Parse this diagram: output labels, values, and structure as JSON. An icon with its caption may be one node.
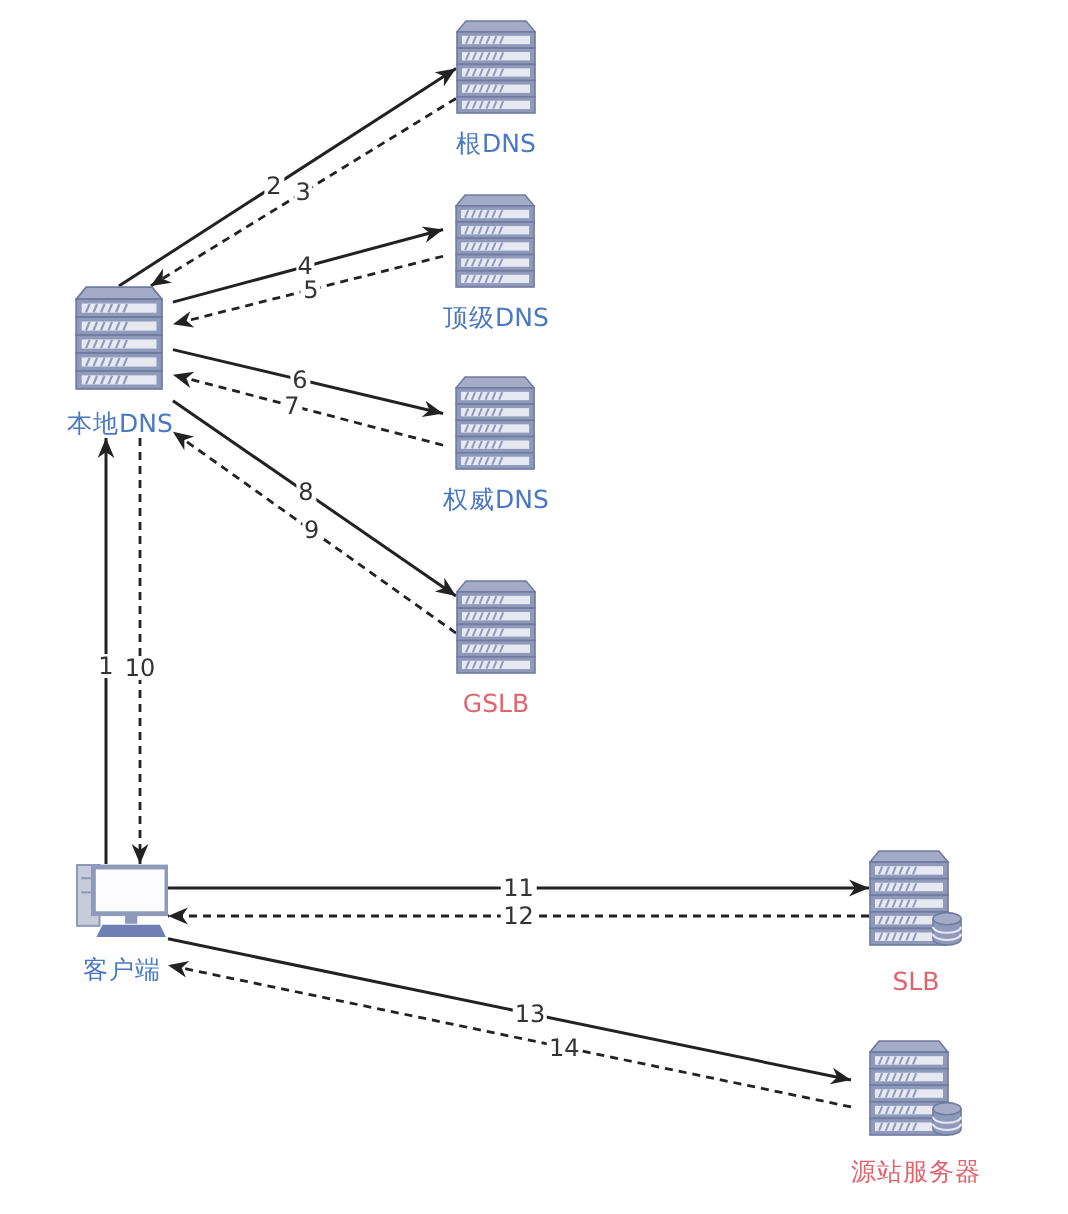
{
  "diagram": {
    "nodes": [
      {
        "text": [
          "本地DNS"
        ]
      },
      {
        "text": [
          "根DNS"
        ]
      },
      {
        "text": [
          "顶级DNS"
        ]
      },
      {
        "text": [
          "权威DNS"
        ]
      },
      {
        "text": [
          "GSLB"
        ]
      },
      {
        "text": [
          "客户端"
        ]
      },
      {
        "text": [
          "SLB"
        ]
      },
      {
        "text": [
          "源站服务器"
        ]
      }
    ],
    "edges": [
      {
        "from": 5,
        "to": 0,
        "arrow": "to",
        "label": "1"
      },
      {
        "from": 0,
        "to": 1,
        "arrow": "to",
        "label": "2"
      },
      {
        "from": 1,
        "to": 0,
        "arrow": "to",
        "label": "3",
        "style": "dashed"
      },
      {
        "from": 0,
        "to": 2,
        "arrow": "to",
        "label": "4"
      },
      {
        "from": 2,
        "to": 0,
        "arrow": "to",
        "label": "5",
        "style": "dashed"
      },
      {
        "from": 0,
        "to": 3,
        "arrow": "to",
        "label": "6"
      },
      {
        "from": 3,
        "to": 0,
        "arrow": "to",
        "label": "7",
        "style": "dashed"
      },
      {
        "from": 0,
        "to": 4,
        "arrow": "to",
        "label": "8"
      },
      {
        "from": 4,
        "to": 0,
        "arrow": "to",
        "label": "9",
        "style": "dashed"
      },
      {
        "from": 0,
        "to": 5,
        "arrow": "to",
        "label": "10",
        "style": "dashed"
      },
      {
        "from": 5,
        "to": 6,
        "arrow": "to",
        "label": "11"
      },
      {
        "from": 6,
        "to": 5,
        "arrow": "to",
        "label": "12",
        "style": "dashed"
      },
      {
        "from": 5,
        "to": 7,
        "arrow": "to",
        "label": "13"
      },
      {
        "from": 7,
        "to": 5,
        "arrow": "to",
        "label": "14",
        "style": "dashed"
      }
    ]
  }
}
